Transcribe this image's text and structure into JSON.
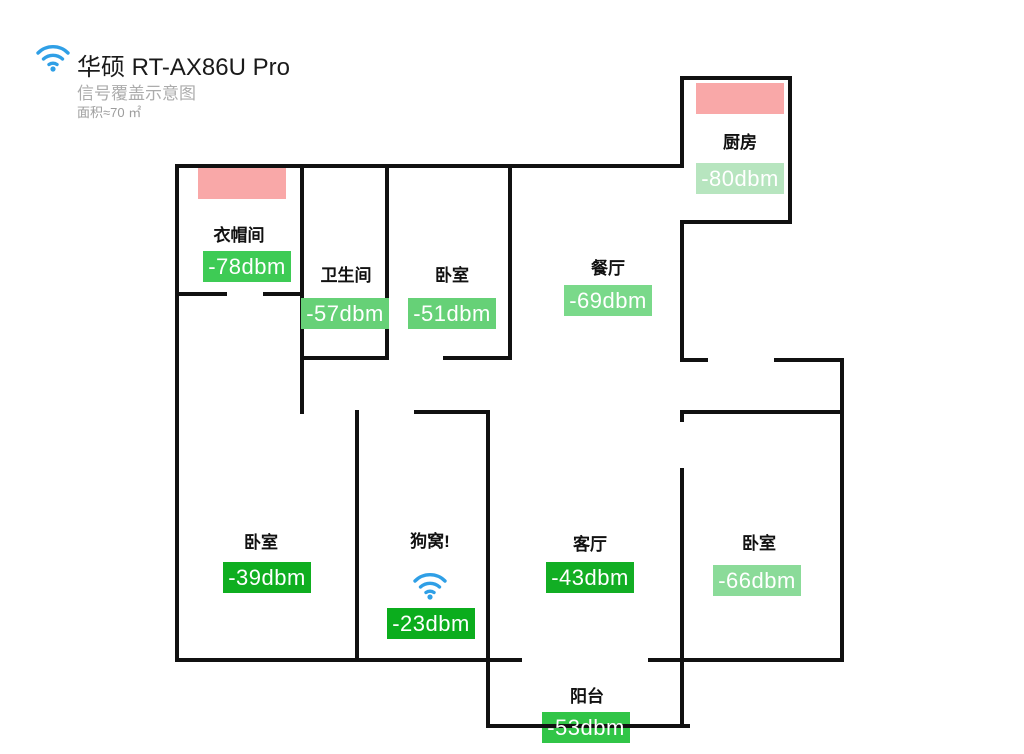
{
  "header": {
    "title": "华硕 RT-AX86U Pro",
    "subtitle": "信号覆盖示意图",
    "area": "面积≈70 ㎡"
  },
  "colors": {
    "wifi_blue": "#2f9fe6",
    "wall": "#111111",
    "window_pink": "#f9a8a8"
  },
  "rooms": [
    {
      "name": "衣帽间",
      "signal": "-78dbm",
      "badge_color": "#3ecb55"
    },
    {
      "name": "卫生间",
      "signal": "-57dbm",
      "badge_color": "#66d177"
    },
    {
      "name": "卧室",
      "signal": "-51dbm",
      "badge_color": "#66d177"
    },
    {
      "name": "餐厅",
      "signal": "-69dbm",
      "badge_color": "#7ad98a"
    },
    {
      "name": "厨房",
      "signal": "-80dbm",
      "badge_color": "#b7e5bf"
    },
    {
      "name": "卧室",
      "signal": "-39dbm",
      "badge_color": "#0fae20"
    },
    {
      "name": "狗窝!",
      "signal": "-23dbm",
      "badge_color": "#0bad1d",
      "router": true
    },
    {
      "name": "客厅",
      "signal": "-43dbm",
      "badge_color": "#12ae24"
    },
    {
      "name": "卧室",
      "signal": "-66dbm",
      "badge_color": "#8bdb99"
    },
    {
      "name": "阳台",
      "signal": "-53dbm",
      "badge_color": "#31c547"
    }
  ]
}
